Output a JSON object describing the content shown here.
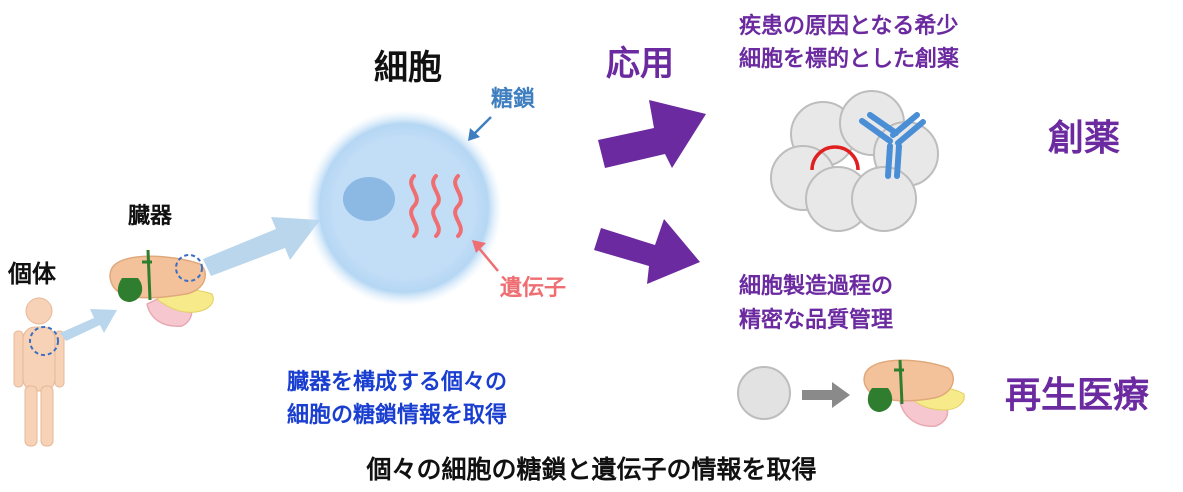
{
  "labels": {
    "individual": "個体",
    "organ": "臓器",
    "cell": "細胞",
    "glycan": "糖鎖",
    "gene": "遺伝子",
    "application": "応用",
    "drug_target_line1": "疾患の原因となる希少",
    "drug_target_line2": "細胞を標的とした創薬",
    "drug_discovery": "創薬",
    "manufacturing_line1": "細胞製造過程の",
    "manufacturing_line2": "精密な品質管理",
    "regenerative_medicine": "再生医療",
    "acquire_line1": "臓器を構成する個々の",
    "acquire_line2": "細胞の糖鎖情報を取得",
    "caption": "個々の細胞の糖鎖と遺伝子の情報を取得"
  },
  "colors": {
    "purple": "#6b2aa0",
    "blue_text": "#1a3fd0",
    "glycan_blue": "#3f7fc0",
    "gene_red": "#ee6e72",
    "arrow_light_blue": "#b9d6ec",
    "red_arc": "#e02020",
    "antibody_blue": "#4a8ed6"
  }
}
